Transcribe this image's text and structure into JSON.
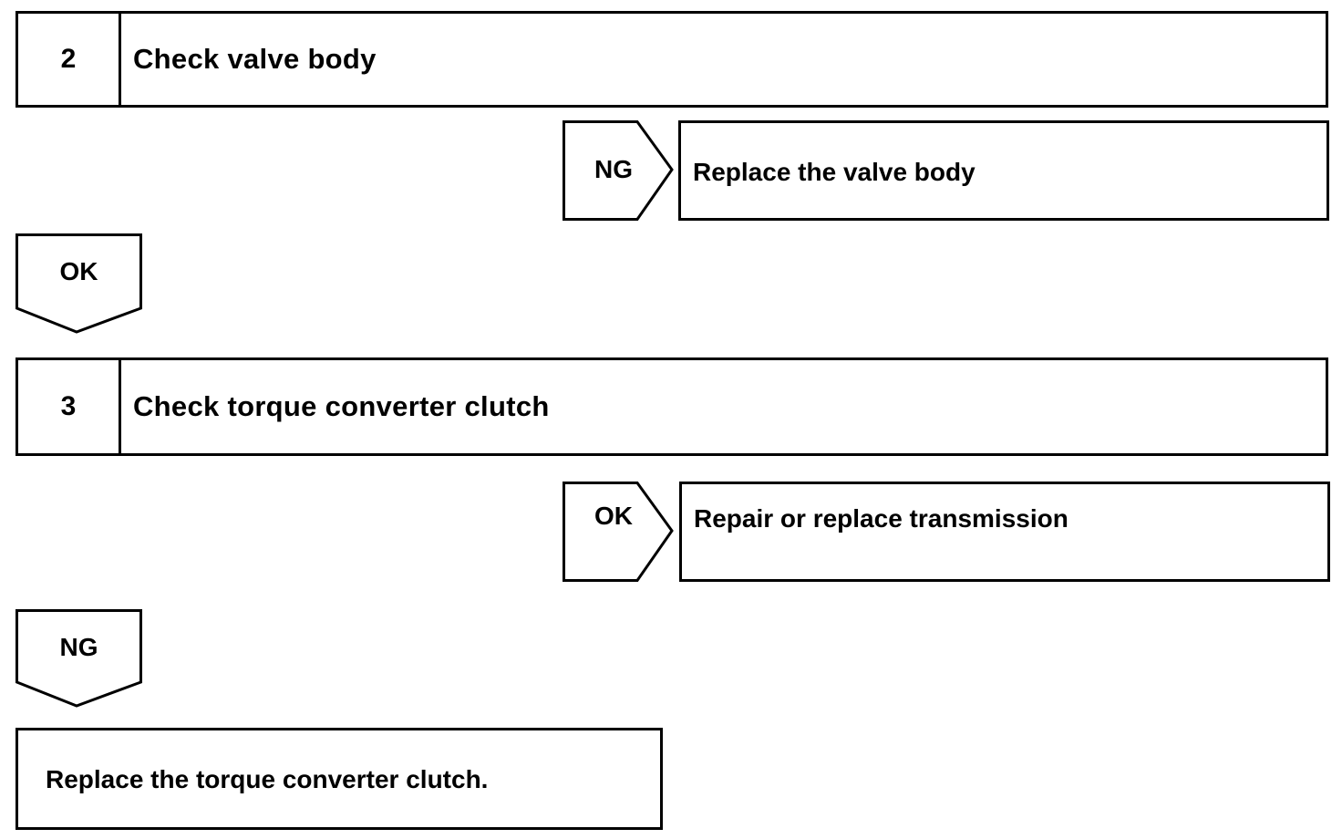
{
  "steps": [
    {
      "number": "2",
      "title": "Check valve body"
    },
    {
      "number": "3",
      "title": "Check torque converter clutch"
    }
  ],
  "branches": {
    "step2_side": {
      "label": "NG",
      "action": "Replace the valve body"
    },
    "step2_down": {
      "label": "OK"
    },
    "step3_side": {
      "label": "OK",
      "action": "Repair or replace transmission"
    },
    "step3_down": {
      "label": "NG",
      "action": "Replace the torque converter clutch."
    }
  }
}
